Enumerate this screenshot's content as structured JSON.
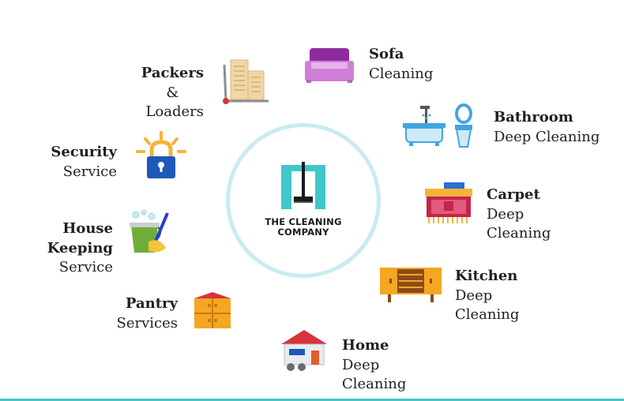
{
  "center": {
    "company_line1": "THE CLEANING",
    "company_line2": "COMPANY",
    "logo_icon": "squeegee-logo-icon",
    "ring_color": "#c8ecef",
    "accent_color": "#3fc7c9"
  },
  "services": {
    "sofa": {
      "title": "Sofa",
      "line2": "Cleaning",
      "icon": "sofa-icon"
    },
    "bathroom": {
      "title": "Bathroom",
      "line2": "Deep Cleaning",
      "icon": "bathtub-toilet-icon"
    },
    "carpet": {
      "title": "Carpet",
      "line2": "Deep",
      "line3": "Cleaning",
      "icon": "carpet-icon"
    },
    "kitchen": {
      "title": "Kitchen",
      "line2": "Deep",
      "line3": "Cleaning",
      "icon": "kitchen-cabinet-icon"
    },
    "home": {
      "title": "Home",
      "line2": "Deep",
      "line3": "Cleaning",
      "icon": "house-icon"
    },
    "pantry": {
      "title": "Pantry",
      "line2": "Services",
      "icon": "pantry-cabinet-icon"
    },
    "housekeeping": {
      "title1": "House",
      "title2": "Keeping",
      "line2": "Service",
      "icon": "bucket-broom-icon"
    },
    "security": {
      "title": "Security",
      "line2": "Service",
      "icon": "padlock-icon"
    },
    "packers": {
      "title": "Packers",
      "line2": "&",
      "line3": "Loaders",
      "icon": "hand-truck-boxes-icon"
    }
  }
}
